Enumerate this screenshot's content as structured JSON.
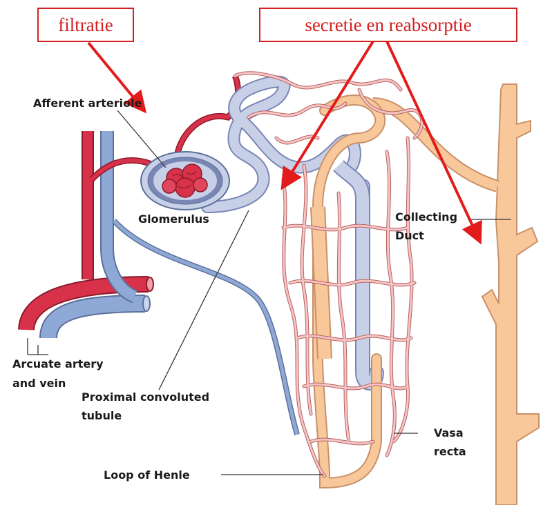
{
  "boxes": {
    "filtration": "filtratie",
    "secretion": "secretie en reabsorptie"
  },
  "labels": {
    "afferent": "Afferent arteriole",
    "glomerulus": "Glomerulus",
    "collecting_1": "Collecting",
    "collecting_2": "Duct",
    "arcuate_1": "Arcuate artery",
    "arcuate_2": "and vein",
    "proximal_1": "Proximal convoluted",
    "proximal_2": "tubule",
    "vasa_1": "Vasa",
    "vasa_2": "recta",
    "loop": "Loop of Henle"
  },
  "colors": {
    "artery": "#d8314a",
    "vein": "#8fa9d6",
    "tubule": "#c8d0e8",
    "duct": "#f8c89a",
    "duct_outline": "#c8906a",
    "capillary": "#e9a3a3",
    "arrow": "#e21b1b",
    "box_border": "#d42020"
  }
}
